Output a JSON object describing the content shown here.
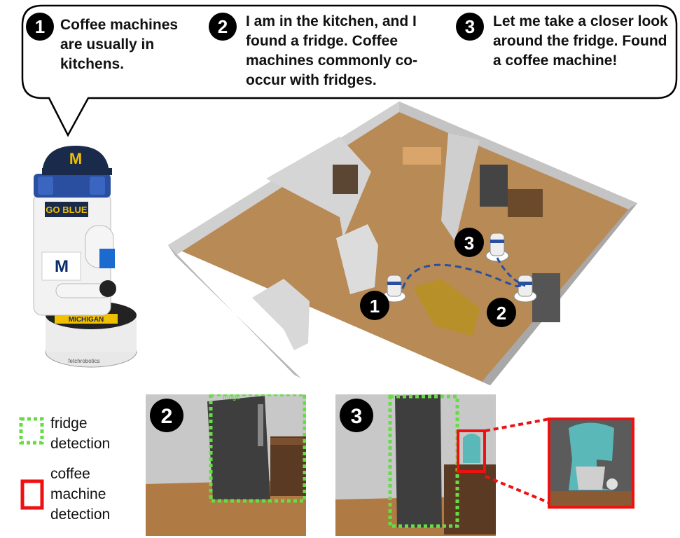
{
  "steps": [
    {
      "num": "1",
      "text": "Coffee machines are usually in kitchens."
    },
    {
      "num": "2",
      "text": "I am in the kitchen, and I found a fridge. Coffee machines commonly co-occur with fridges."
    },
    {
      "num": "3",
      "text": "Let me take a closer look around the fridge. Found a coffee machine!"
    }
  ],
  "robot": {
    "cap_text": "M",
    "chest_text": "GO BLUE",
    "body_logo": "M",
    "base_text": "MICHIGAN",
    "brand": "fetchrobotics"
  },
  "map_markers": [
    "1",
    "2",
    "3"
  ],
  "frames": [
    {
      "num": "2",
      "label": "fridge"
    },
    {
      "num": "3"
    }
  ],
  "legend": {
    "fridge": "fridge detection",
    "coffee": "coffee machine detection"
  },
  "colors": {
    "fridge_box": "#66dd44",
    "coffee_box": "#ee1111",
    "path": "#2a4fa0",
    "badge": "#000000"
  }
}
